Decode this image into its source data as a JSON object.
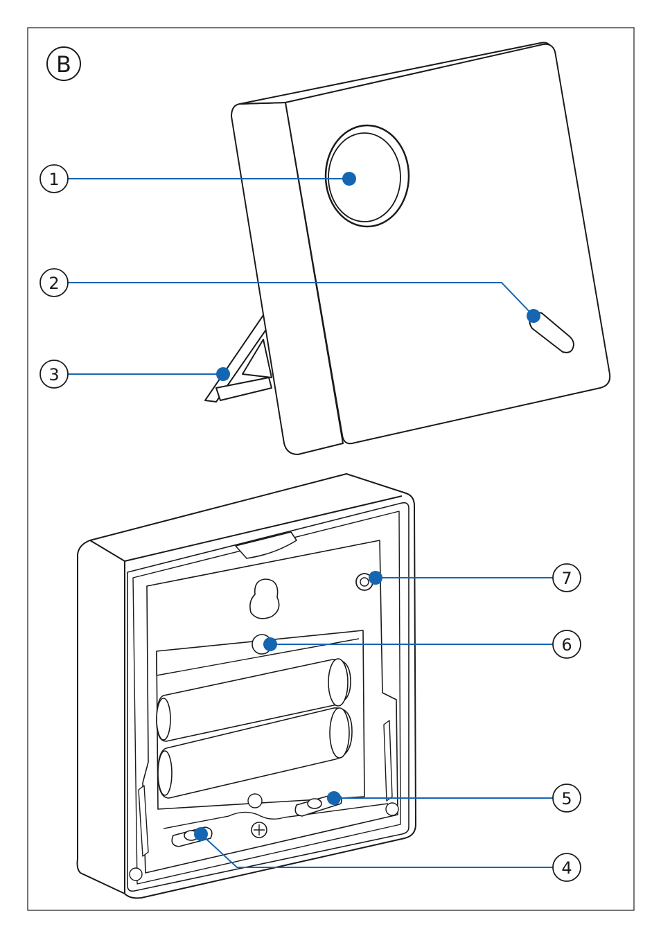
{
  "figure": {
    "section_letter": "B"
  },
  "callouts": [
    {
      "label": "1",
      "target": "front-round-button"
    },
    {
      "label": "2",
      "target": "front-slot-indicator"
    },
    {
      "label": "3",
      "target": "kickstand"
    },
    {
      "label": "4",
      "target": "bottom-left-switch"
    },
    {
      "label": "5",
      "target": "bottom-right-switch"
    },
    {
      "label": "6",
      "target": "battery-cover-hole"
    },
    {
      "label": "7",
      "target": "corner-screw-hole"
    }
  ],
  "colors": {
    "callout_line": "#1466b2",
    "callout_dot": "#1466b2",
    "outline": "#1a1a1a",
    "background": "#ffffff"
  }
}
